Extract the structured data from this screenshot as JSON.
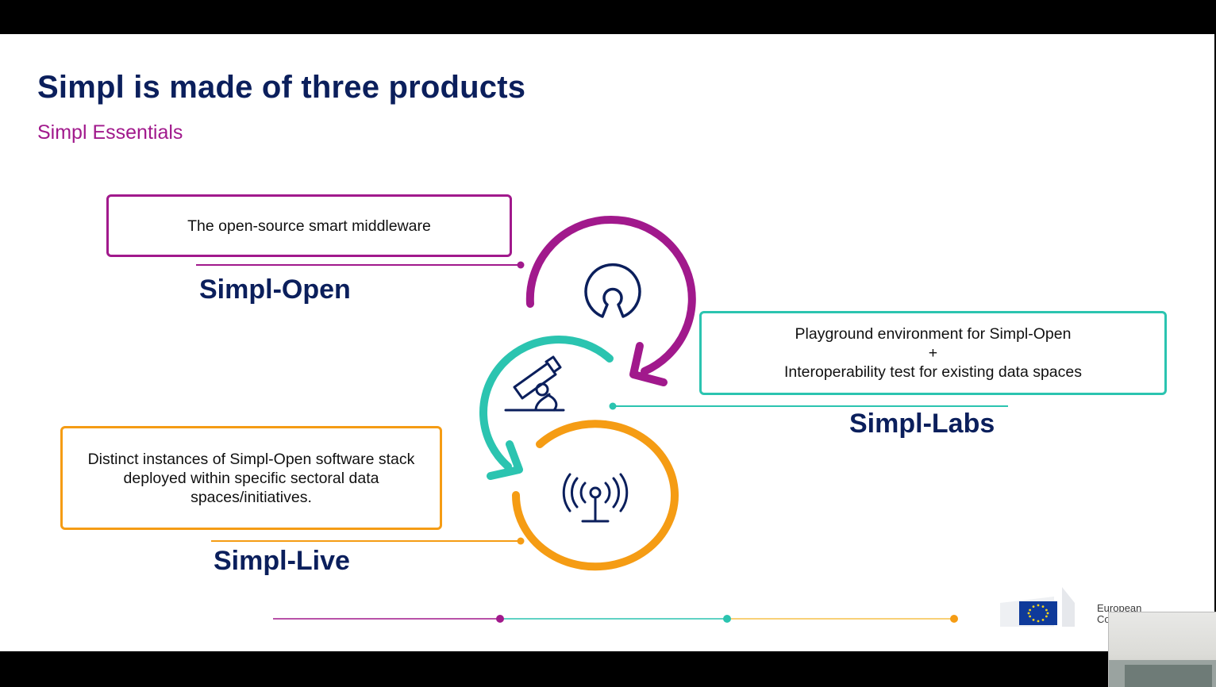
{
  "slide": {
    "title": "Simpl is made of three products",
    "subtitle": "Simpl Essentials"
  },
  "products": {
    "open": {
      "name": "Simpl-Open",
      "description": "The open-source smart middleware",
      "color": "#a1198c",
      "icon": "open-source-icon"
    },
    "labs": {
      "name": "Simpl-Labs",
      "description_line1": "Playground environment for Simpl-Open",
      "description_plus": "+",
      "description_line2": "Interoperability test for existing data spaces",
      "color": "#2bc4b0",
      "icon": "microscope-icon"
    },
    "live": {
      "name": "Simpl-Live",
      "description": "Distinct instances of Simpl-Open software stack deployed within specific sectoral data spaces/initiatives.",
      "color": "#f59c14",
      "icon": "antenna-icon"
    }
  },
  "branding": {
    "org_line1": "European",
    "org_line2": "Co",
    "logo_icon": "eu-flag-icon",
    "text_color": "#0b1f5c"
  }
}
